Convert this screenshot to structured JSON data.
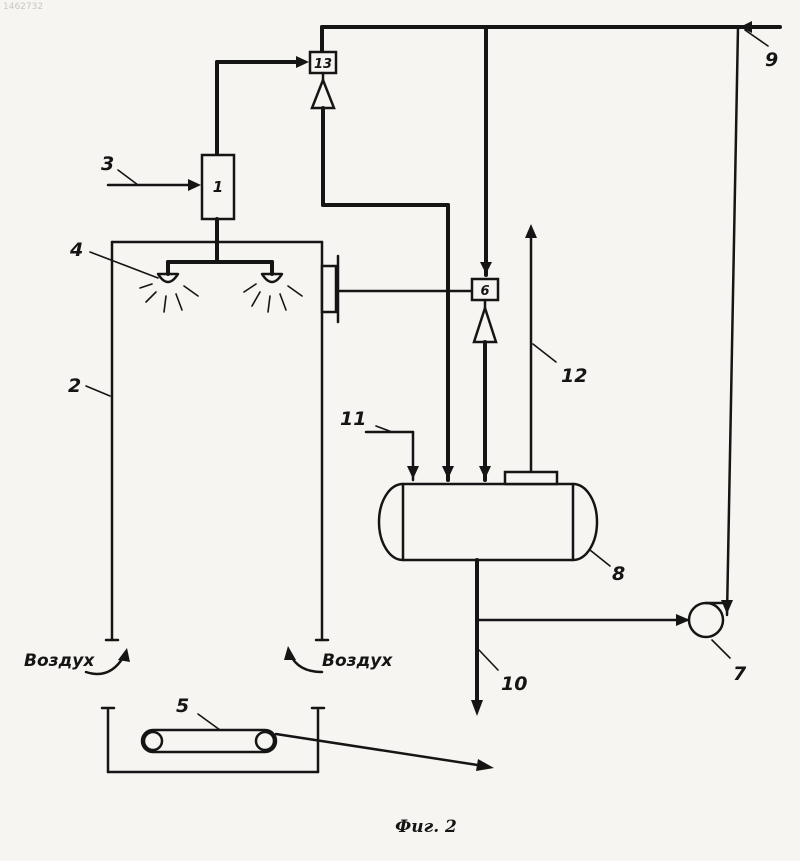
{
  "watermark": "1462732",
  "diagram": {
    "labels": {
      "l1": "1",
      "l2": "2",
      "l3": "3",
      "l4": "4",
      "l5": "5",
      "l6": "6",
      "l7": "7",
      "l8": "8",
      "l9": "9",
      "l10": "10",
      "l11": "11",
      "l12": "12",
      "l13": "13"
    },
    "air_left": "Воздух",
    "air_right": "Воздух",
    "caption": "Фиг. 2"
  }
}
